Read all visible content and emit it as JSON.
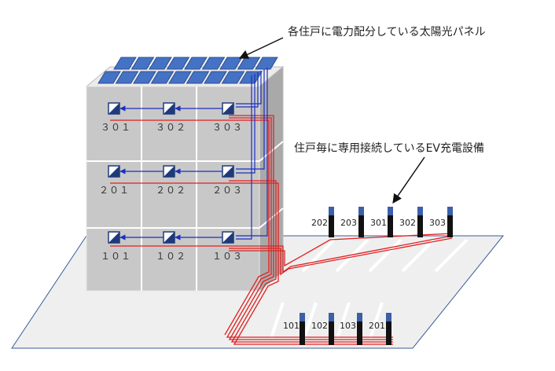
{
  "callouts": {
    "solar": "各住戸に電力配分している太陽光パネル",
    "ev": "住戸毎に専用接続しているEV充電設備"
  },
  "units": {
    "floor3": [
      "３０１",
      "３０２",
      "３０３"
    ],
    "floor2": [
      "２０１",
      "２０２",
      "２０３"
    ],
    "floor1": [
      "１０１",
      "１０２",
      "１０３"
    ]
  },
  "chargers": {
    "back_row": [
      "202",
      "203",
      "301",
      "302",
      "303"
    ],
    "front_row": [
      "101",
      "102",
      "103",
      "201"
    ]
  },
  "colors": {
    "panel": "#4472c4",
    "power_line": "#e02020",
    "solar_line": "#1a2fbf",
    "building": "#c8c8c8",
    "ground": "#efefef"
  }
}
